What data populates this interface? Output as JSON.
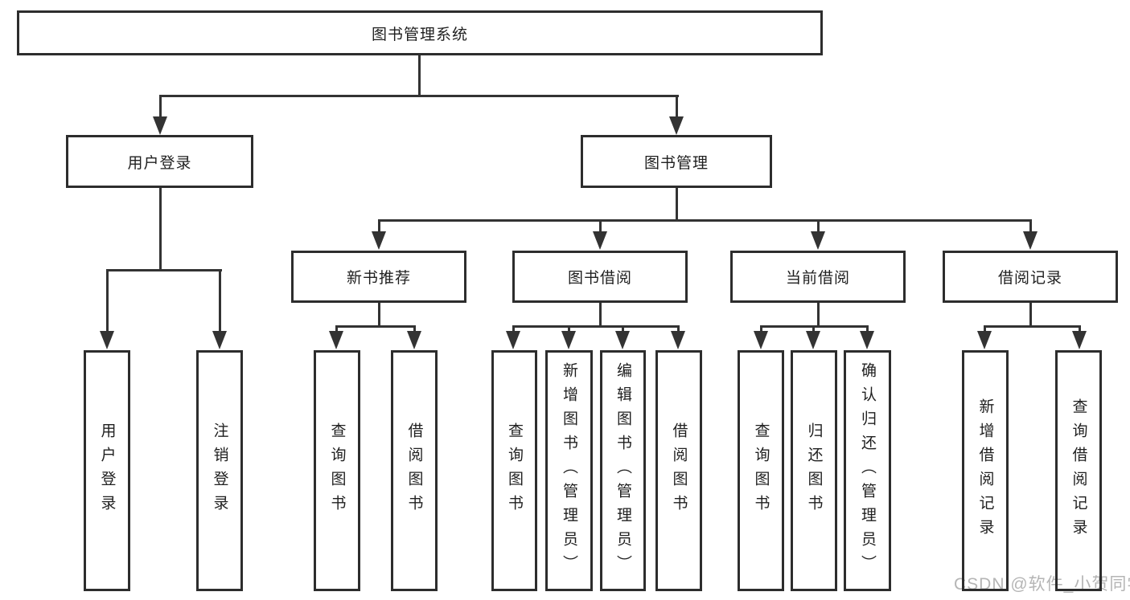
{
  "tree": {
    "root": {
      "label": "图书管理系统"
    },
    "children": [
      {
        "label": "用户登录",
        "children": [
          {
            "label": "用户登录"
          },
          {
            "label": "注销登录"
          }
        ]
      },
      {
        "label": "图书管理",
        "children": [
          {
            "label": "新书推荐",
            "children": [
              {
                "label": "查询图书"
              },
              {
                "label": "借阅图书"
              }
            ]
          },
          {
            "label": "图书借阅",
            "children": [
              {
                "label": "查询图书"
              },
              {
                "label": "新增图书（管理员）"
              },
              {
                "label": "编辑图书（管理员）"
              },
              {
                "label": "借阅图书"
              }
            ]
          },
          {
            "label": "当前借阅",
            "children": [
              {
                "label": "查询图书"
              },
              {
                "label": "归还图书"
              },
              {
                "label": "确认归还（管理员）"
              }
            ]
          },
          {
            "label": "借阅记录",
            "children": [
              {
                "label": "新增借阅记录"
              },
              {
                "label": "查询借阅记录"
              }
            ]
          }
        ]
      }
    ]
  },
  "watermark": {
    "text": "CSDN @软件_小贺同学"
  },
  "colors": {
    "line": "#333333",
    "box_border": "#2d2d2d",
    "background": "#ffffff",
    "text": "#1f1f1f",
    "watermark": "#b5b5b5"
  }
}
